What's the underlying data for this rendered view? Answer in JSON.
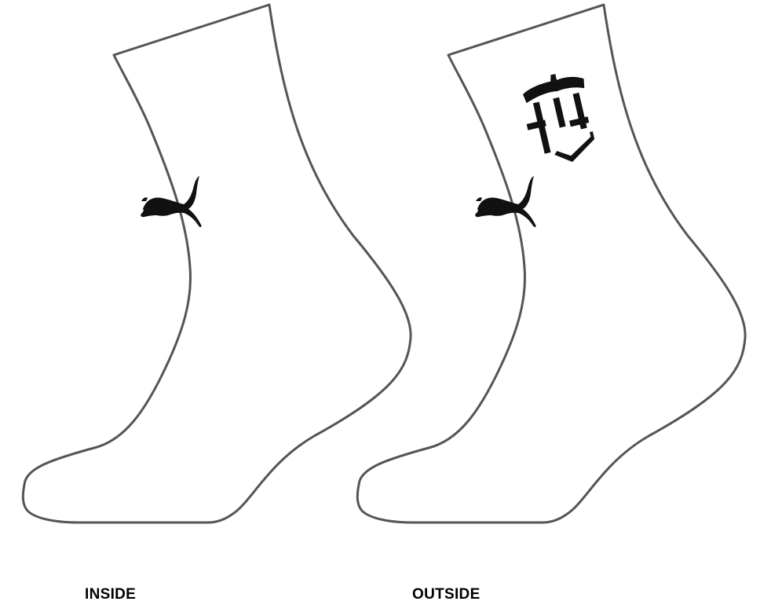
{
  "views": [
    {
      "id": "inside",
      "label": "INSIDE",
      "logos": [
        "puma-cat-icon"
      ]
    },
    {
      "id": "outside",
      "label": "OUTSIDE",
      "logos": [
        "puma-cat-icon",
        "monogram-crest-icon"
      ]
    }
  ],
  "colors": {
    "outline": "#555555",
    "logo": "#111111",
    "background": "#ffffff"
  }
}
